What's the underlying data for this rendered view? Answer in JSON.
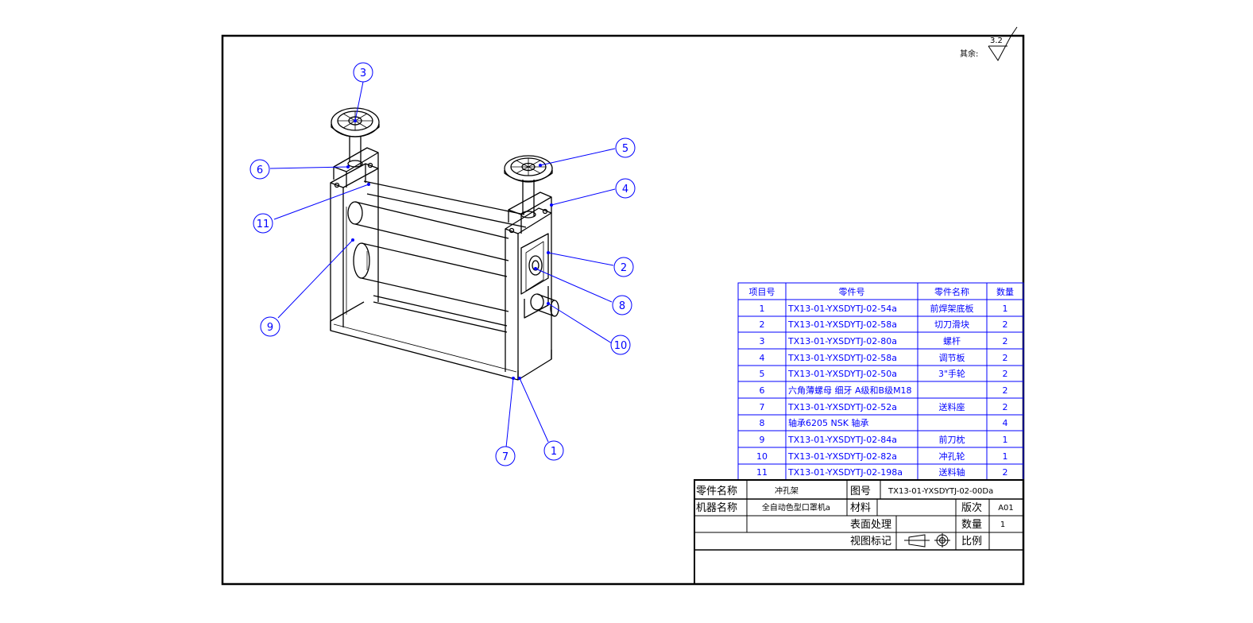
{
  "surface": {
    "prefix": "其余:",
    "value": "3.2"
  },
  "balloons": [
    "1",
    "2",
    "3",
    "4",
    "5",
    "6",
    "7",
    "8",
    "9",
    "10",
    "11"
  ],
  "bom": {
    "headers": [
      "项目号",
      "零件号",
      "零件名称",
      "数量"
    ],
    "rows": [
      [
        "1",
        "TX13-01-YXSDYTJ-02-54a",
        "前焊架底板",
        "1"
      ],
      [
        "2",
        "TX13-01-YXSDYTJ-02-58a",
        "切刀滑块",
        "2"
      ],
      [
        "3",
        "TX13-01-YXSDYTJ-02-80a",
        "螺杆",
        "2"
      ],
      [
        "4",
        "TX13-01-YXSDYTJ-02-58a",
        "调节板",
        "2"
      ],
      [
        "5",
        "TX13-01-YXSDYTJ-02-50a",
        "3\"手轮",
        "2"
      ],
      [
        "6",
        "六角薄螺母 细牙 A级和B级M18",
        "",
        "2"
      ],
      [
        "7",
        "TX13-01-YXSDYTJ-02-52a",
        "送料座",
        "2"
      ],
      [
        "8",
        "轴承6205  NSK 轴承",
        "",
        "4"
      ],
      [
        "9",
        "TX13-01-YXSDYTJ-02-84a",
        "前刀枕",
        "1"
      ],
      [
        "10",
        "TX13-01-YXSDYTJ-02-82a",
        "冲孔轮",
        "1"
      ],
      [
        "11",
        "TX13-01-YXSDYTJ-02-198a",
        "送料轴",
        "2"
      ]
    ]
  },
  "title_block": {
    "part_name_label": "零件名称",
    "part_name": "冲孔架",
    "drawing_no_label": "图号",
    "drawing_no": "TX13-01-YXSDYTJ-02-00Da",
    "machine_label": "机器名称",
    "machine_name": "全自动色型口罩机a",
    "material_label": "材料",
    "material": "",
    "revision_label": "版次",
    "revision": "A01",
    "surface_label": "表面处理",
    "surface": "",
    "qty_label": "数量",
    "qty": "1",
    "view_label": "视图标记",
    "scale_label": "比例",
    "scale": ""
  },
  "colors": {
    "annotation": "#0000ff",
    "lines": "#000000"
  }
}
